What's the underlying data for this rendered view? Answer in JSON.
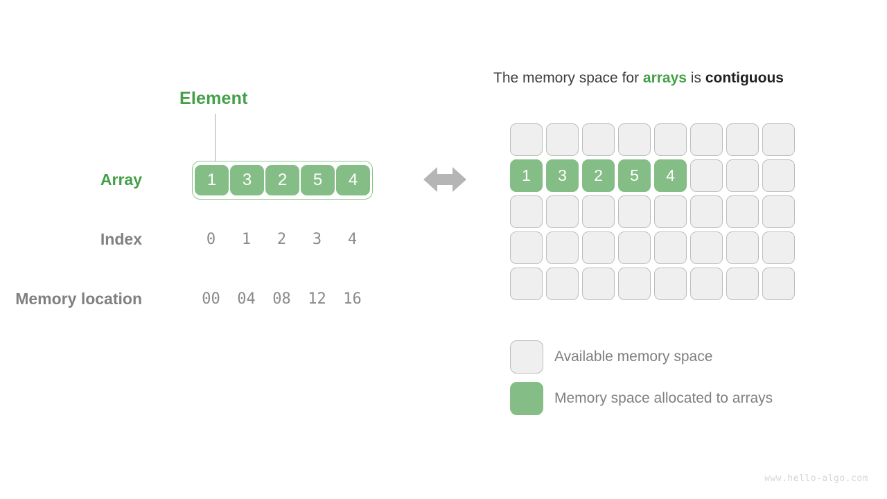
{
  "left": {
    "element_label": "Element",
    "array_label": "Array",
    "index_label": "Index",
    "memory_label": "Memory location",
    "array_values": [
      "1",
      "3",
      "2",
      "5",
      "4"
    ],
    "index_values": [
      "0",
      "1",
      "2",
      "3",
      "4"
    ],
    "memory_values": [
      "00",
      "04",
      "08",
      "12",
      "16"
    ],
    "arrow_icon": "double-arrow-horizontal-icon"
  },
  "right": {
    "title": {
      "part1": "The memory space for ",
      "highlight_green": "arrays",
      "part2": " is ",
      "highlight_bold": "contiguous"
    },
    "grid": {
      "columns": 8,
      "rows": 5,
      "cells": [
        [
          "",
          "",
          "",
          "",
          "",
          "",
          "",
          ""
        ],
        [
          "1",
          "3",
          "2",
          "5",
          "4",
          "",
          "",
          ""
        ],
        [
          "",
          "",
          "",
          "",
          "",
          "",
          "",
          ""
        ],
        [
          "",
          "",
          "",
          "",
          "",
          "",
          "",
          ""
        ],
        [
          "",
          "",
          "",
          "",
          "",
          "",
          "",
          ""
        ]
      ],
      "used_row_index": 1,
      "used_count": 5
    },
    "legend": [
      {
        "type": "free",
        "label": "Available memory space"
      },
      {
        "type": "used",
        "label": "Memory space allocated to arrays"
      }
    ]
  },
  "watermark": "www.hello-algo.com",
  "colors": {
    "green_fill": "#84bd85",
    "green_text": "#43a047",
    "gray_text": "#808080",
    "free_fill": "#efefef",
    "free_border": "#bdbdbd",
    "arrow": "#b5b5b5",
    "watermark": "#d6d6d6"
  }
}
